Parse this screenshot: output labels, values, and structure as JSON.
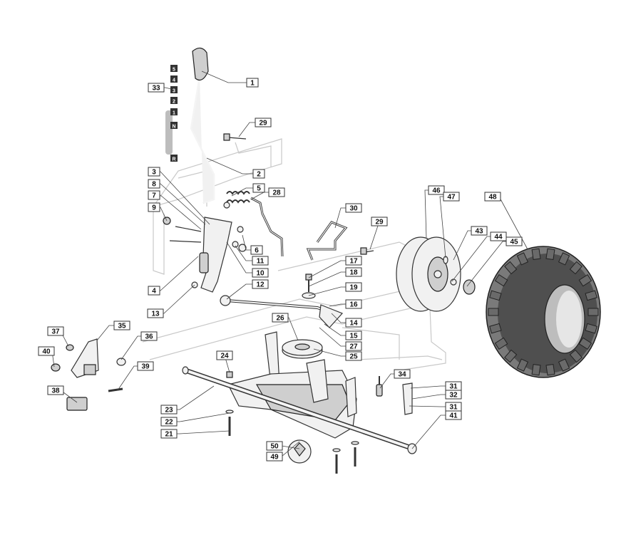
{
  "diagram": {
    "gear_positions": [
      "5",
      "4",
      "3",
      "2",
      "1",
      "N",
      "R"
    ],
    "callouts": [
      {
        "label": "1"
      },
      {
        "label": "2"
      },
      {
        "label": "3"
      },
      {
        "label": "4"
      },
      {
        "label": "5"
      },
      {
        "label": "6"
      },
      {
        "label": "7"
      },
      {
        "label": "8"
      },
      {
        "label": "9"
      },
      {
        "label": "10"
      },
      {
        "label": "11"
      },
      {
        "label": "12"
      },
      {
        "label": "13"
      },
      {
        "label": "14"
      },
      {
        "label": "15"
      },
      {
        "label": "16"
      },
      {
        "label": "17"
      },
      {
        "label": "18"
      },
      {
        "label": "19"
      },
      {
        "label": "21"
      },
      {
        "label": "22"
      },
      {
        "label": "23"
      },
      {
        "label": "24"
      },
      {
        "label": "25"
      },
      {
        "label": "26"
      },
      {
        "label": "27"
      },
      {
        "label": "28"
      },
      {
        "label": "29"
      },
      {
        "label": "29"
      },
      {
        "label": "30"
      },
      {
        "label": "31"
      },
      {
        "label": "31"
      },
      {
        "label": "32"
      },
      {
        "label": "33"
      },
      {
        "label": "34"
      },
      {
        "label": "35"
      },
      {
        "label": "36"
      },
      {
        "label": "37"
      },
      {
        "label": "38"
      },
      {
        "label": "39"
      },
      {
        "label": "40"
      },
      {
        "label": "41"
      },
      {
        "label": "43"
      },
      {
        "label": "44"
      },
      {
        "label": "45"
      },
      {
        "label": "46"
      },
      {
        "label": "47"
      },
      {
        "label": "48"
      },
      {
        "label": "49"
      },
      {
        "label": "50"
      }
    ]
  }
}
